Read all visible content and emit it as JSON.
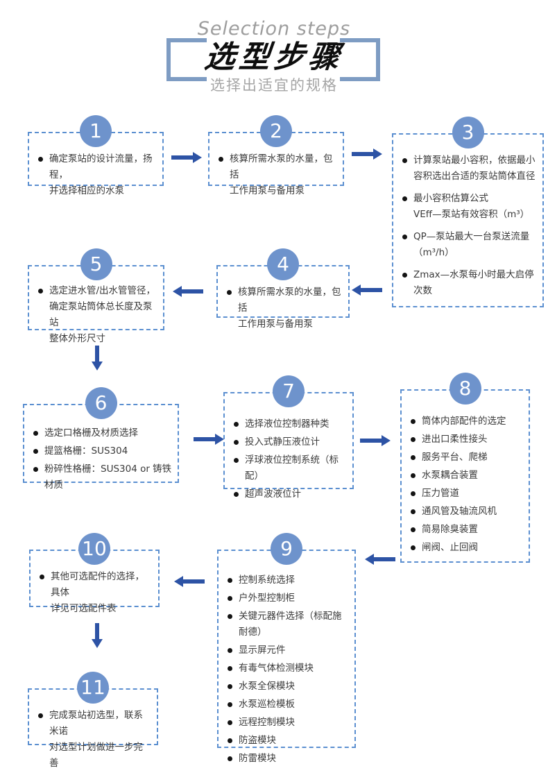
{
  "header": {
    "subtitle_en": "Selection steps",
    "title": "选型步骤",
    "tagline": "选择出适宜的规格"
  },
  "colors": {
    "circle_fill": "#6e93cc",
    "box_border": "#5b8fd0",
    "arrow": "#2d53a5",
    "bracket": "#7e9cc3",
    "title_text": "#0e0e0e",
    "gray_text": "#9d9d9d",
    "body_text": "#3a3a3a"
  },
  "steps": [
    {
      "number": "1",
      "bullets": [
        "确定泵站的设计流量，扬程，\n并选择相应的水泵"
      ]
    },
    {
      "number": "2",
      "bullets": [
        "核算所需水泵的水量，包括\n工作用泵与备用泵"
      ]
    },
    {
      "number": "3",
      "bullets": [
        "计算泵站最小容积，依据最小\n容积选出合适的泵站筒体直径",
        "最小容积估算公式\nVEff—泵站有效容积（m³）",
        "QP—泵站最大一台泵送流量\n（m³/h）",
        "Zmax—水泵每小时最大启停\n次数"
      ]
    },
    {
      "number": "4",
      "bullets": [
        "核算所需水泵的水量，包括\n工作用泵与备用泵"
      ]
    },
    {
      "number": "5",
      "bullets": [
        "选定进水管/出水管管径，\n确定泵站筒体总长度及泵站\n整体外形尺寸"
      ]
    },
    {
      "number": "6",
      "bullets": [
        "选定口格栅及材质选择",
        "提篮格栅：SUS304",
        "粉碎性格栅：SUS304 or 铸铁材质"
      ]
    },
    {
      "number": "7",
      "bullets": [
        "选择液位控制器种类",
        "投入式静压液位计",
        "浮球液位控制系统（标配）",
        "超声波液位计"
      ]
    },
    {
      "number": "8",
      "bullets": [
        "筒体内部配件的选定",
        "进出口柔性接头",
        "服务平台、爬梯",
        "水泵耦合装置",
        "压力管道",
        "通风管及轴流风机",
        "简易除臭装置",
        "闸阀、止回阀"
      ]
    },
    {
      "number": "9",
      "bullets": [
        "控制系统选择",
        "户外型控制柜",
        "关键元器件选择（标配施耐德）",
        "显示屏元件",
        "有毒气体检测模块",
        "水泵全保模块",
        "水泵巡检模板",
        "远程控制模块",
        "防盗模块",
        "防雷模块"
      ]
    },
    {
      "number": "10",
      "bullets": [
        "其他可选配件的选择，具体\n详见可选配件表"
      ]
    },
    {
      "number": "11",
      "bullets": [
        "完成泵站初选型，联系米诺\n对选型计划做进一步完善"
      ]
    }
  ]
}
